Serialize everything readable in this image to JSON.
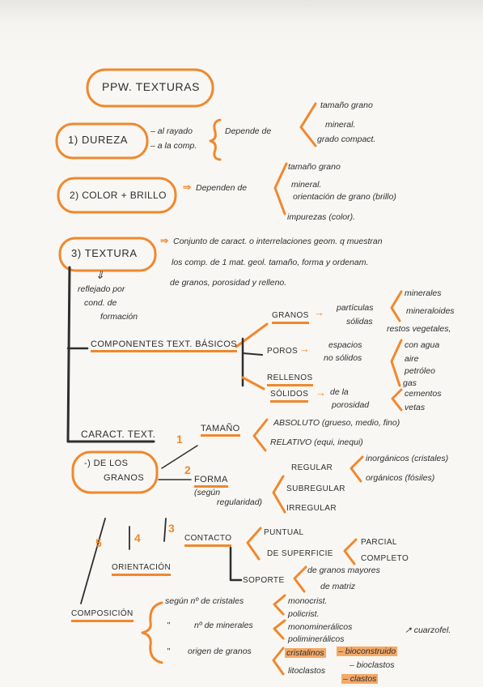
{
  "colors": {
    "orange": "#f0882e",
    "ink": "#2e2e2e",
    "paper": "#f8f7f3"
  },
  "title": "PPW. TEXTURAS",
  "dureza": {
    "label": "1) DUREZA",
    "types": [
      "– al rayado",
      "– a la comp."
    ],
    "depends": "Depende de",
    "factors": [
      "tamaño grano",
      "mineral.",
      "grado compact."
    ]
  },
  "color_brillo": {
    "label": "2) COLOR + BRILLO",
    "arrow": "⇒",
    "depends": "Dependen de",
    "factors": [
      "tamaño grano",
      "mineral.",
      "orientación de grano (brillo)",
      "impurezas (color)."
    ]
  },
  "textura": {
    "label": "3) TEXTURA",
    "arrow": "⇒",
    "definition": [
      "Conjunto de caract. o interrelaciones geom. q muestran",
      "los comp. de 1 mat. geol. tamaño, forma y ordenam.",
      "de granos, porosidad y relleno."
    ],
    "reflected_arrow": "⇓",
    "reflected": [
      "reflejado por",
      "cond. de",
      "formación"
    ]
  },
  "componentes": {
    "label": "COMPONENTES TEXT. BÁSICOS",
    "granos": {
      "label": "GRANOS",
      "arrow": "→",
      "desc": [
        "partículas",
        "sólidas"
      ],
      "items": [
        "minerales",
        "mineraloides",
        "restos vegetales,"
      ]
    },
    "poros": {
      "label": "POROS",
      "arrow": "→",
      "desc": [
        "espacios",
        "no sólidos"
      ],
      "items": [
        "con agua",
        "aire",
        "petróleo",
        "gas"
      ]
    },
    "rellenos": {
      "label": [
        "RELLENOS",
        "SÓLIDOS"
      ],
      "arrow": "→",
      "desc": [
        "de la",
        "porosidad"
      ],
      "items": [
        "cementos",
        "vetas"
      ]
    }
  },
  "caract": {
    "label": "CARACT. TEXT.",
    "granos_label": [
      "-) DE LOS",
      "GRANOS"
    ],
    "tamano": {
      "num": "1",
      "label": "TAMAÑO",
      "items": [
        "ABSOLUTO (grueso, medio, fino)",
        "RELATIVO (equi, inequi)"
      ]
    },
    "forma": {
      "num": "2",
      "label": "FORMA",
      "note": [
        "(según",
        "regularidad)"
      ],
      "items": [
        "REGULAR",
        "SUBREGULAR",
        "IRREGULAR"
      ],
      "regular": [
        "inorgánicos (cristales)",
        "orgánicos (fósiles)"
      ]
    },
    "contacto": {
      "num": "3",
      "label": "CONTACTO",
      "items": [
        "PUNTUAL",
        "DE SUPERFICIE"
      ],
      "superficie": [
        "PARCIAL",
        "COMPLETO"
      ]
    },
    "orientacion": {
      "num": "4",
      "label": "ORIENTACIÓN"
    },
    "soporte": {
      "label": "SOPORTE",
      "items": [
        "de granos mayores",
        "de matriz"
      ]
    },
    "composicion": {
      "num": "5",
      "label": "COMPOSICIÓN",
      "criteria": [
        "según nº de cristales",
        "nº de minerales",
        "origen de granos"
      ],
      "ditto": "\"",
      "cristales": [
        "monocrist.",
        "policrist."
      ],
      "minerales": [
        "monominerálicos",
        "poliminerálicos"
      ],
      "origen": [
        "cristalinos",
        "litoclastos"
      ],
      "cristalinos_sub": "– bioconstruido",
      "cristalinos_extra": "↗ cuarzofel.",
      "litoclastos_sub": [
        "– bioclastos",
        "– clastos"
      ]
    }
  }
}
